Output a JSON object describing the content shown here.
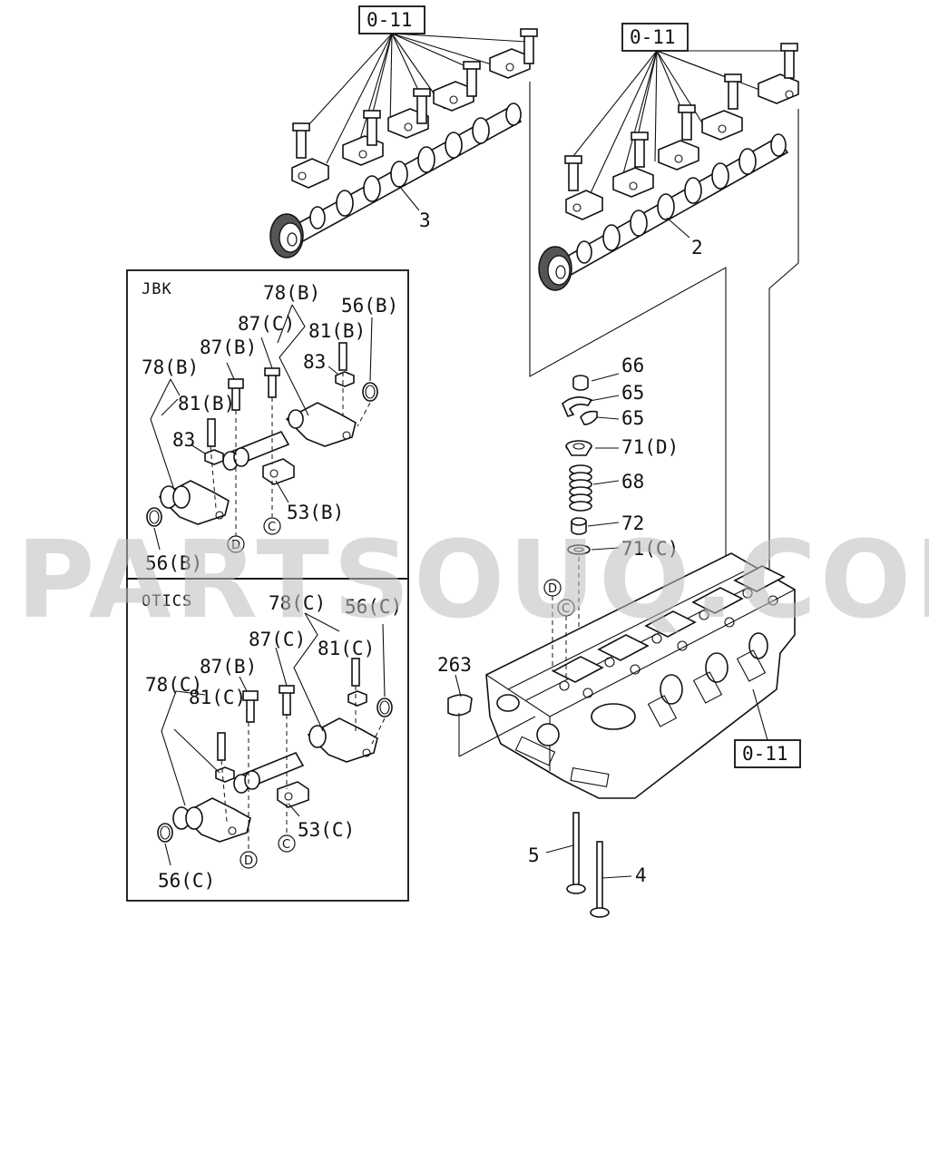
{
  "watermark": "PARTSOUQ.COM",
  "ref_boxes": [
    "0-11",
    "0-11",
    "0-11"
  ],
  "panels": {
    "top_title": "JBK",
    "bottom_title": "OTICS"
  },
  "labels": {
    "l3": "3",
    "l2": "2",
    "l66": "66",
    "l65a": "65",
    "l65b": "65",
    "l71d": "71(D)",
    "l68": "68",
    "l72": "72",
    "l71c": "71(C)",
    "l263": "263",
    "l5": "5",
    "l4": "4",
    "j78b_1": "78(B)",
    "j56b_1": "56(B)",
    "j87c": "87(C)",
    "j81b_1": "81(B)",
    "j87b": "87(B)",
    "j83_1": "83",
    "j78b_2": "78(B)",
    "j81b_2": "81(B)",
    "j83_2": "83",
    "j53b": "53(B)",
    "j56b_2": "56(B)",
    "o78c_1": "78(C)",
    "o56c_1": "56(C)",
    "o87c": "87(C)",
    "o81c_1": "81(C)",
    "o87b": "87(B)",
    "o78c_2": "78(C)",
    "o81c_2": "81(C)",
    "o53c": "53(C)",
    "o56c_2": "56(C)"
  },
  "circles": {
    "c": "C",
    "d": "D"
  }
}
